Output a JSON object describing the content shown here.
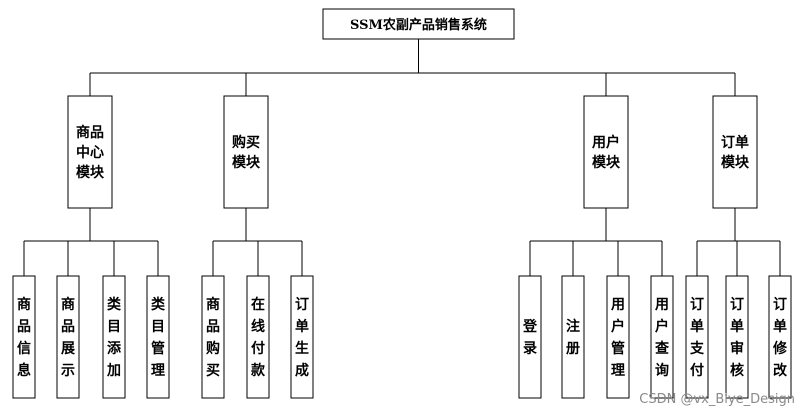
{
  "root": "SSM农副产品销售系统",
  "modules": [
    {
      "label": "商品中心模块",
      "children": [
        "商品信息",
        "商品展示",
        "类目添加",
        "类目管理"
      ]
    },
    {
      "label": "购买模块",
      "children": [
        "商品购买",
        "在线付款",
        "订单生成"
      ]
    },
    {
      "label": "用户模块",
      "children": [
        "登录",
        "注册",
        "用户管理",
        "用户查询"
      ]
    },
    {
      "label": "订单模块",
      "children": [
        "订单支付",
        "订单审核",
        "订单修改"
      ]
    }
  ],
  "watermark": "CSDN @vx_Biye_Design"
}
